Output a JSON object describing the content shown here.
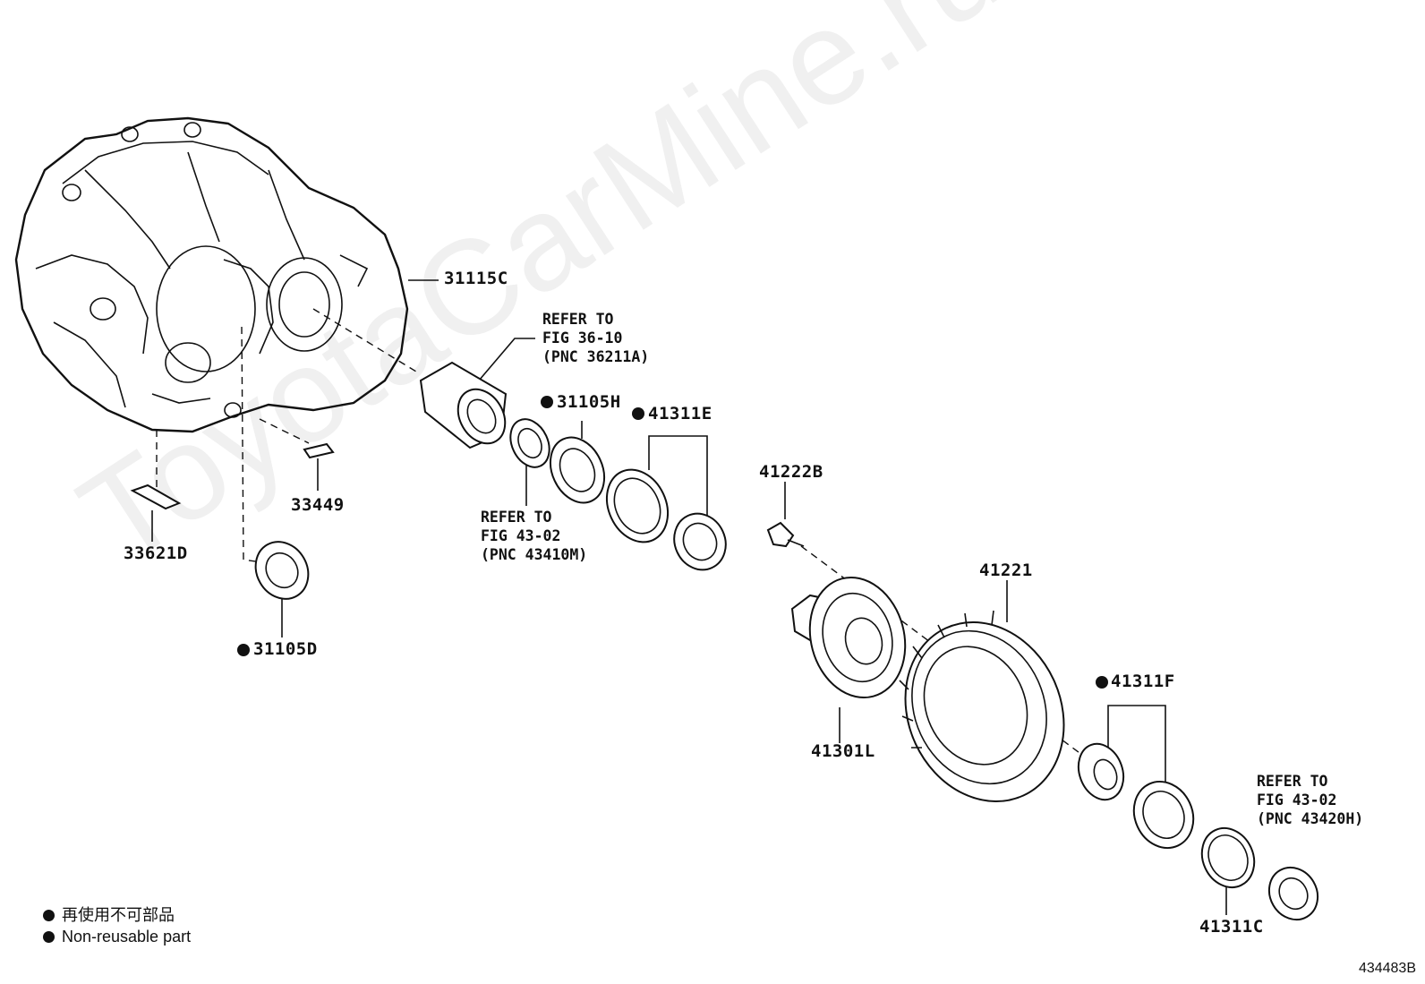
{
  "watermark": "ToyotaCarMine.ru",
  "figure_number": "434483B",
  "legend": {
    "line_jp": "再使用不可部品",
    "line_en": "Non-reusable part"
  },
  "parts": {
    "p31115C": "31115C",
    "p31105H": "31105H",
    "p41311E": "41311E",
    "p41222B": "41222B",
    "p33449": "33449",
    "p33621D": "33621D",
    "p31105D": "31105D",
    "p41221": "41221",
    "p41301L": "41301L",
    "p41311F": "41311F",
    "p41311C": "41311C"
  },
  "refs": {
    "r1": "REFER TO\nFIG 36-10\n(PNC 36211A)",
    "r2": "REFER TO\nFIG 43-02\n(PNC 43410M)",
    "r3": "REFER TO\nFIG 43-02\n(PNC 43420H)"
  }
}
